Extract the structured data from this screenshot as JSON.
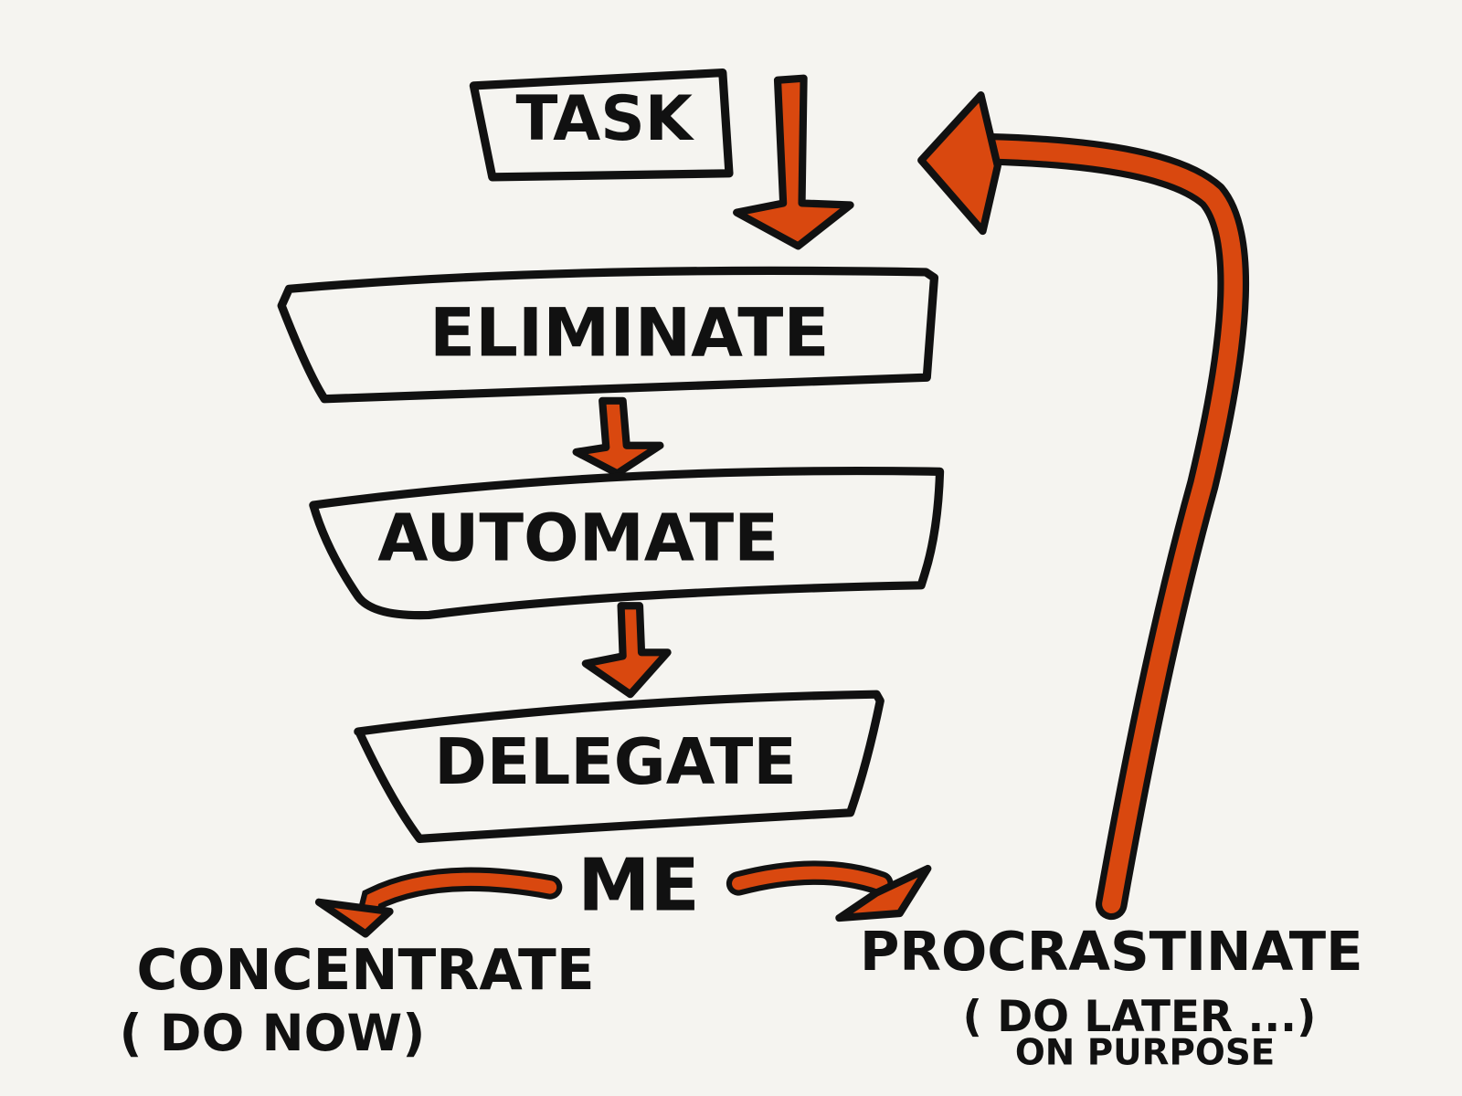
{
  "colors": {
    "background": "#f5f4f0",
    "accent": "#d9480f",
    "ink": "#111111"
  },
  "nodes": {
    "task": "TASK",
    "eliminate": "ELIMINATE",
    "automate": "AUTOMATE",
    "delegate": "DELEGATE",
    "me": "ME",
    "concentrate": "CONCENTRATE",
    "concentrate_note": "( DO NOW)",
    "procrastinate": "PROCRASTINATE",
    "procrastinate_note": "( DO LATER ...)",
    "procrastinate_note2": "ON PURPOSE"
  }
}
